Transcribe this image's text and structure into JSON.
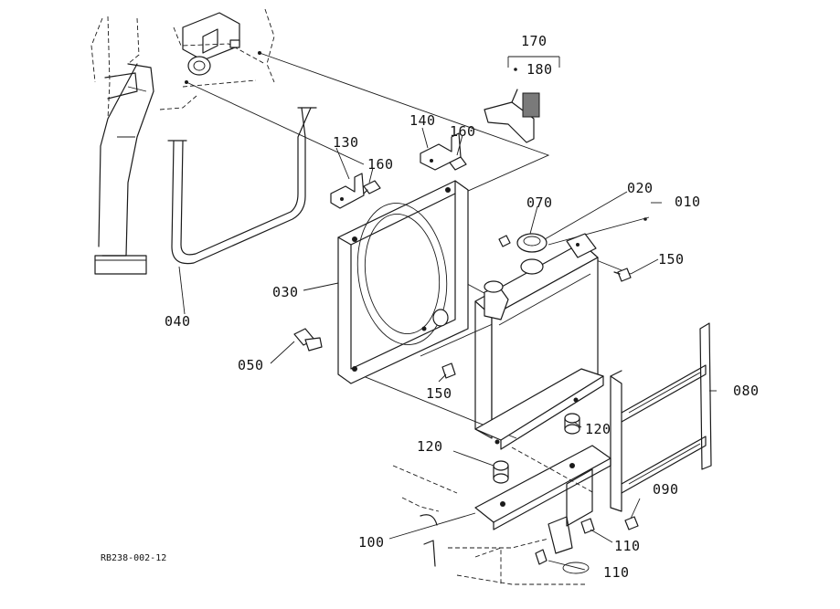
{
  "figure_code": "RB238-002-12",
  "callouts": {
    "p010": "010",
    "p020": "020",
    "p030": "030",
    "p040": "040",
    "p050": "050",
    "p070": "070",
    "p080": "080",
    "p090": "090",
    "p100": "100",
    "p110a": "110",
    "p110b": "110",
    "p120a": "120",
    "p120b": "120",
    "p130": "130",
    "p140": "140",
    "p150a": "150",
    "p150b": "150",
    "p160a": "160",
    "p160b": "160",
    "p170": "170",
    "p180": "180"
  }
}
